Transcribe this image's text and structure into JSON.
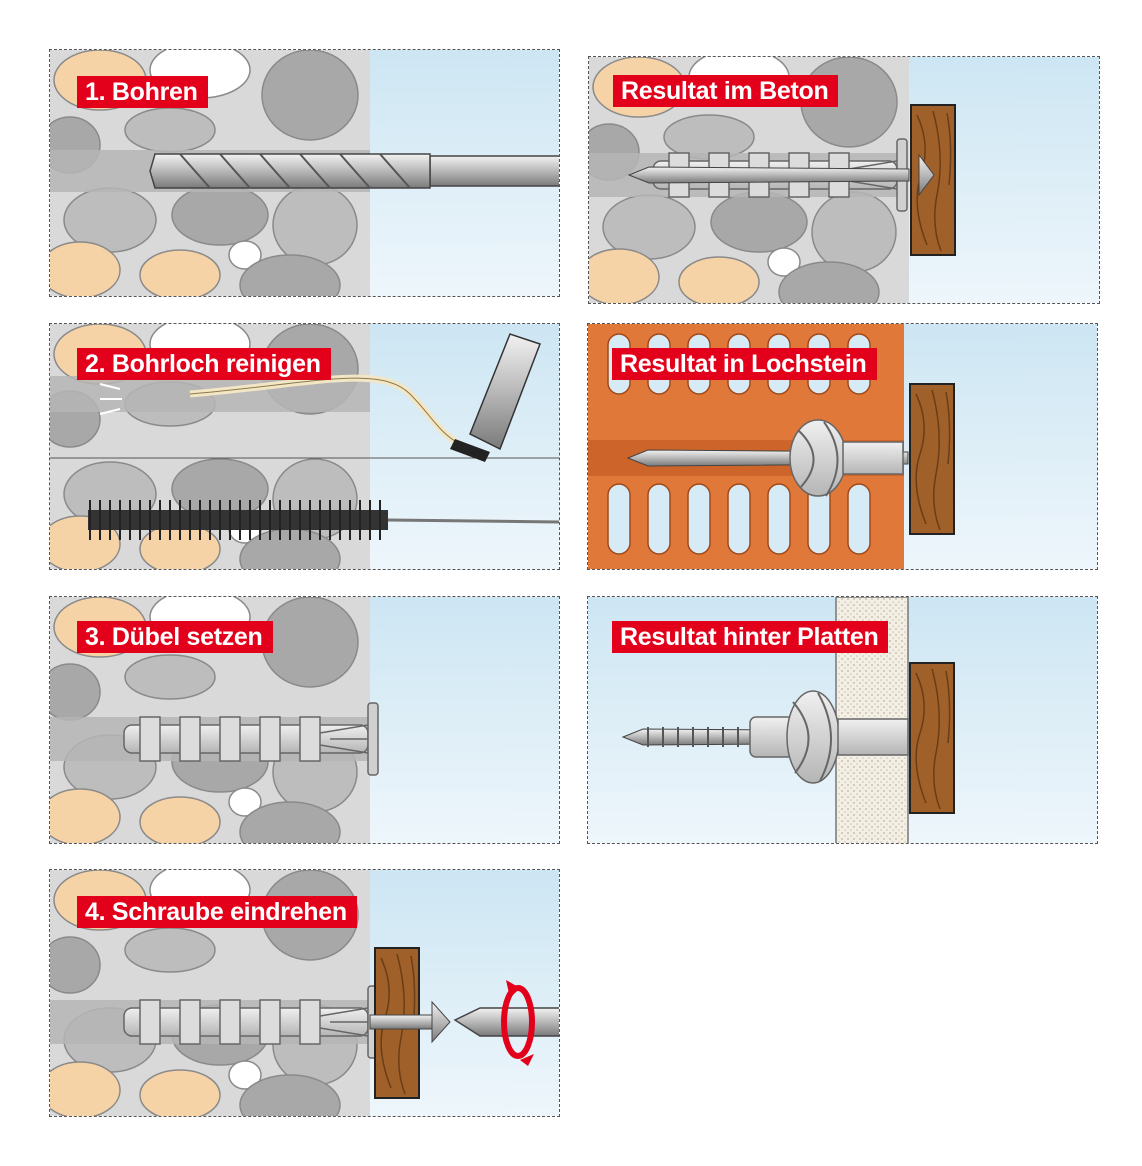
{
  "panels": {
    "bohren": {
      "label": "1. Bohren"
    },
    "reinigen": {
      "label": "2. Bohrloch reinigen"
    },
    "setzen": {
      "label": "3. Dübel setzen"
    },
    "eindrehen": {
      "label": "4. Schraube eindrehen"
    },
    "beton": {
      "label": "Resultat im Beton"
    },
    "lochstein": {
      "label": "Resultat in Lochstein"
    },
    "platten": {
      "label": "Resultat hinter Platten"
    }
  },
  "colors": {
    "label_bg": "#e3001b",
    "concrete": "#d9d9d9",
    "stone_gray": "#a8a8a8",
    "stone_beige": "#f6d3a6",
    "sky": "#d6ebf5",
    "brick": "#e0783a",
    "wood": "#a0602a",
    "dowel": "#d8d8d8"
  },
  "icons": [
    "drill-bit-icon",
    "air-blower-icon",
    "cleaning-brush-icon",
    "dowel-icon",
    "screw-icon",
    "screwdriver-icon",
    "rotate-arrow-icon",
    "wooden-board-icon"
  ]
}
